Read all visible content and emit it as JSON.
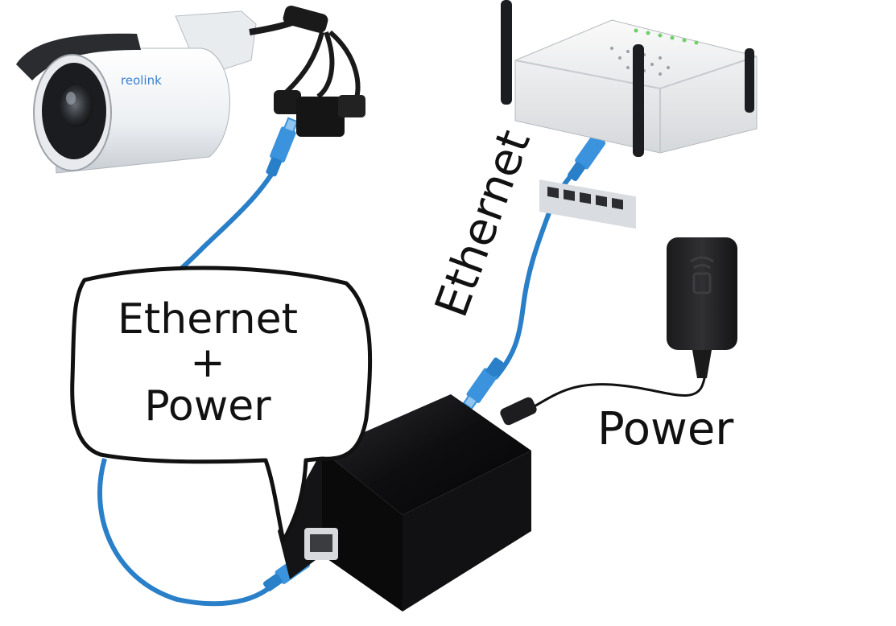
{
  "callout": {
    "line1": "Ethernet",
    "line2": "+",
    "line3": "Power"
  },
  "labels": {
    "router_cable": "Ethernet",
    "adapter_cable": "Power"
  },
  "camera": {
    "brand": "reolink"
  },
  "colors": {
    "cable": "#2a7fc9",
    "injector": "#0c0c0e",
    "outline": "#111111"
  }
}
